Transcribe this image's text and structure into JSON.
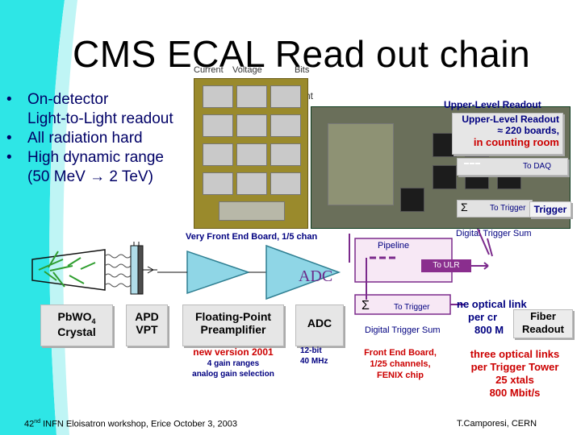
{
  "slide": {
    "title": "CMS ECAL Read out chain",
    "tiny_labels": [
      "Current",
      "Voltage",
      "Bits",
      "nt"
    ],
    "bullets": [
      "On-detector",
      "Light-to-Light readout",
      "All radiation hard",
      "High dynamic range",
      "(50 MeV → 2 TeV)"
    ],
    "photo_vfe_caption": "Very Front End Board,  1/5 chan",
    "upper_level_title": "Upper-Level Readout",
    "upper_level_box": [
      "Upper-Level Readout",
      "≈ 220 boards,",
      "in counting room"
    ],
    "to_daq": "To DAQ",
    "to_trigger_upper": "To Trigger",
    "trigger_box": "Trigger",
    "digital_trigger_sum_upper": "Digital Trigger Sum",
    "pipeline": "Pipeline",
    "to_ulr": "To ULR",
    "adc_symbol": "ADC",
    "sigma": "Σ",
    "to_trigger_lower": "To Trigger",
    "digital_trigger_sum_lower": "Digital Trigger Sum",
    "optical_partial": [
      "ne optical link",
      "per cr",
      "800 M"
    ],
    "fiber_readout": [
      "Fiber",
      "Readout"
    ],
    "blocks": {
      "crystal": [
        "PbWO",
        "4",
        "Crystal"
      ],
      "apd": [
        "APD",
        "VPT"
      ],
      "preamp": [
        "Floating-Point",
        "Preamplifier"
      ],
      "adc": "ADC"
    },
    "preamp_notes": [
      "new version 2001",
      "4 gain ranges",
      "analog gain selection"
    ],
    "adc_notes": [
      "12-bit",
      "40 MHz"
    ],
    "feb_notes": [
      "Front End Board,",
      "1/25 channels,",
      "FENIX chip"
    ],
    "optical_notes": [
      "three optical links",
      "per Trigger Tower",
      "25 xtals",
      "800 Mbit/s"
    ],
    "footer_left_pre": "42",
    "footer_left_sup": "nd",
    "footer_left_post": " INFN Eloisatron workshop, Erice October 3, 2003",
    "footer_right": "T.Camporesi, CERN",
    "colors": {
      "accent_cyan": "#2ee6e6",
      "red_text": "#cc0000",
      "bullet_blue": "#000066",
      "arrow_purple": "#7b2a8c"
    }
  }
}
